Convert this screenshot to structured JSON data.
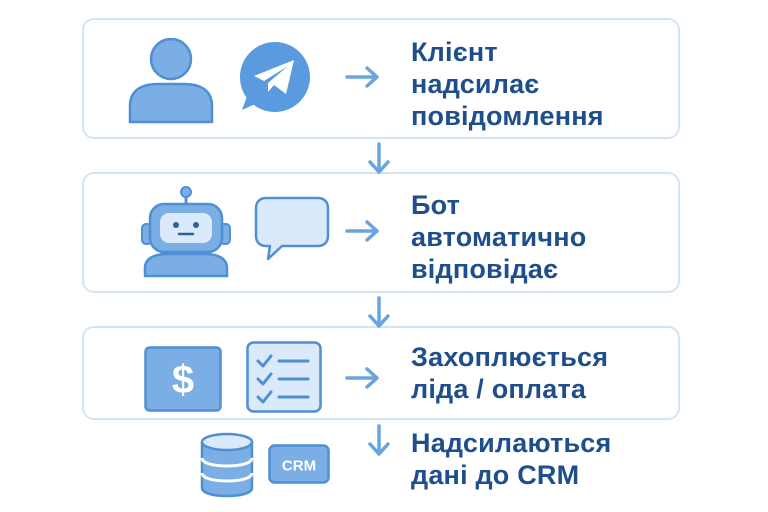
{
  "steps": [
    {
      "icons": [
        "user-icon",
        "telegram-icon"
      ],
      "lines": [
        "Клієнт",
        "надсилає",
        "повідомлення"
      ]
    },
    {
      "icons": [
        "robot-icon",
        "speech-bubble-icon"
      ],
      "lines": [
        "Бот",
        "автоматично",
        "відповідає"
      ]
    },
    {
      "icons": [
        "dollar-sign-icon",
        "checklist-icon"
      ],
      "lines": [
        "Захоплюється",
        "ліда / оплата"
      ]
    },
    {
      "icons": [
        "database-icon",
        "crm-badge-icon"
      ],
      "badge_text": "CRM",
      "lines": [
        "Надсилаються",
        "дані до CRM"
      ]
    }
  ],
  "colors": {
    "text": "#1e4e8c",
    "card_border": "#d3e5f5",
    "icon_fill": "#7aaee4",
    "icon_stroke": "#4f8fd4",
    "icon_light": "#dbeafa",
    "arrow": "#6aa3de"
  }
}
